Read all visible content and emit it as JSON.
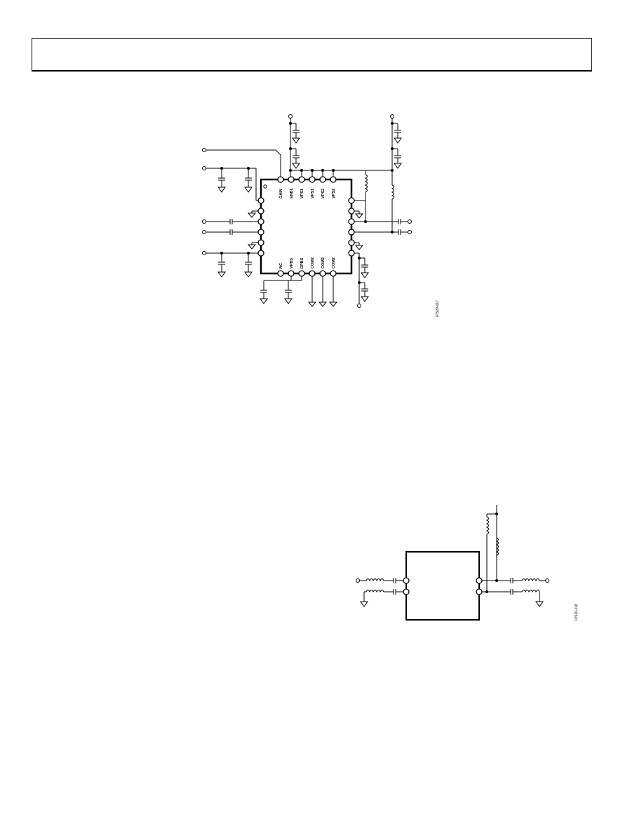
{
  "schematic1": {
    "top_pins": [
      "GAIN",
      "ENBL",
      "VPS1",
      "VPS1",
      "VPS2",
      "VPS2"
    ],
    "bottom_pins": [
      "NC",
      "VPBS",
      "DPBS",
      "COM2",
      "COM2",
      "COM2"
    ],
    "figure_code": "07520-017"
  },
  "schematic2": {
    "figure_code": "07520-018"
  }
}
